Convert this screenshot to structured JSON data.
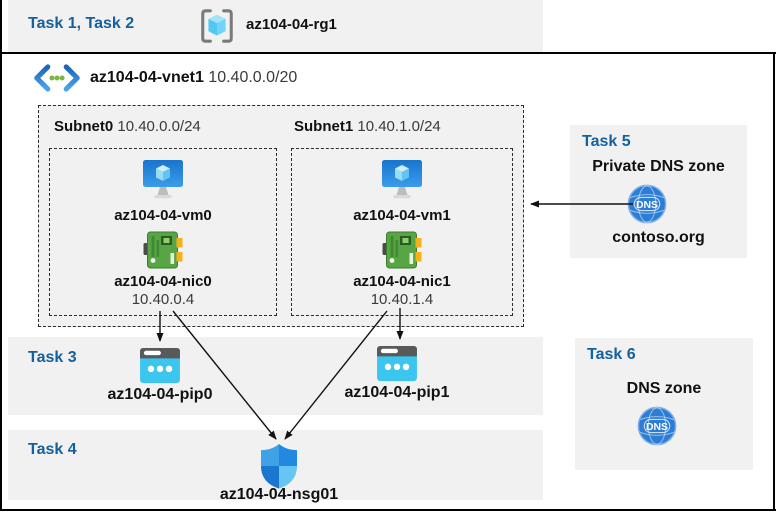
{
  "tasks": {
    "task12_label": "Task 1, Task 2",
    "task3_label": "Task 3",
    "task4_label": "Task 4",
    "task5_label": "Task 5",
    "task6_label": "Task 6"
  },
  "resource_group": {
    "name": "az104-04-rg1"
  },
  "vnet": {
    "name": "az104-04-vnet1",
    "cidr": "10.40.0.0/20"
  },
  "subnets": [
    {
      "name": "Subnet0",
      "cidr": "10.40.0.0/24",
      "vm_name": "az104-04-vm0",
      "nic_name": "az104-04-nic0",
      "nic_ip": "10.40.0.4"
    },
    {
      "name": "Subnet1",
      "cidr": "10.40.1.0/24",
      "vm_name": "az104-04-vm1",
      "nic_name": "az104-04-nic1",
      "nic_ip": "10.40.1.4"
    }
  ],
  "public_ips": [
    {
      "name": "az104-04-pip0"
    },
    {
      "name": "az104-04-pip1"
    }
  ],
  "nsg": {
    "name": "az104-04-nsg01"
  },
  "private_dns": {
    "title": "Private DNS zone",
    "zone_name": "contoso.org",
    "icon_text": "DNS"
  },
  "public_dns": {
    "title": "DNS zone",
    "icon_text": "DNS"
  },
  "colors": {
    "task_heading_blue": "#15609e",
    "panel_gray": "#f1f1f1",
    "border_black": "#000000",
    "dns_globe_blue": "#2d7dd6",
    "pip_cyan": "#3cc5ef",
    "nic_green": "#58a545",
    "vm_blue": "#2288dd",
    "shield_blue": "#2289e0"
  }
}
